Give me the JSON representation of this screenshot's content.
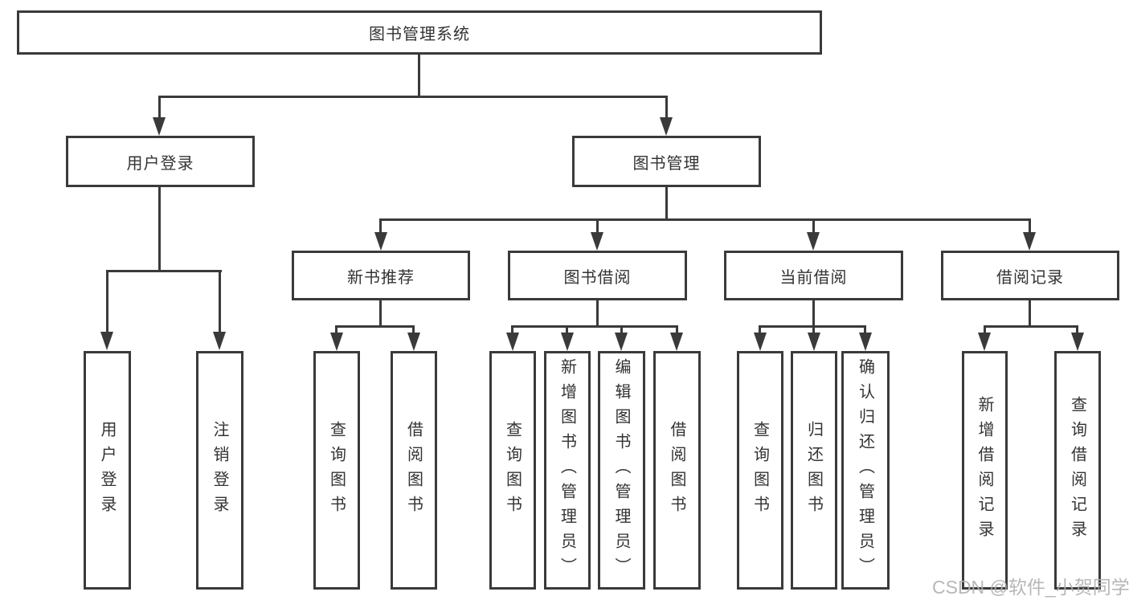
{
  "root": {
    "label": "图书管理系统"
  },
  "branches": [
    {
      "label": "用户登录",
      "children": [
        {
          "label": "用户登录"
        },
        {
          "label": "注销登录"
        }
      ]
    },
    {
      "label": "图书管理",
      "groups": [
        {
          "label": "新书推荐",
          "children": [
            {
              "label": "查询图书"
            },
            {
              "label": "借阅图书"
            }
          ]
        },
        {
          "label": "图书借阅",
          "children": [
            {
              "label": "查询图书"
            },
            {
              "label": "新增图书（管理员）"
            },
            {
              "label": "编辑图书（管理员）"
            },
            {
              "label": "借阅图书"
            }
          ]
        },
        {
          "label": "当前借阅",
          "children": [
            {
              "label": "查询图书"
            },
            {
              "label": "归还图书"
            },
            {
              "label": "确认归还（管理员）"
            }
          ]
        },
        {
          "label": "借阅记录",
          "children": [
            {
              "label": "新增借阅记录"
            },
            {
              "label": "查询借阅记录"
            }
          ]
        }
      ]
    }
  ],
  "watermark": "CSDN @软件_小贺同学",
  "colors": {
    "line": "#3a3a3a",
    "text": "#333333",
    "background": "#ffffff",
    "watermark": "#b0b0b0"
  }
}
